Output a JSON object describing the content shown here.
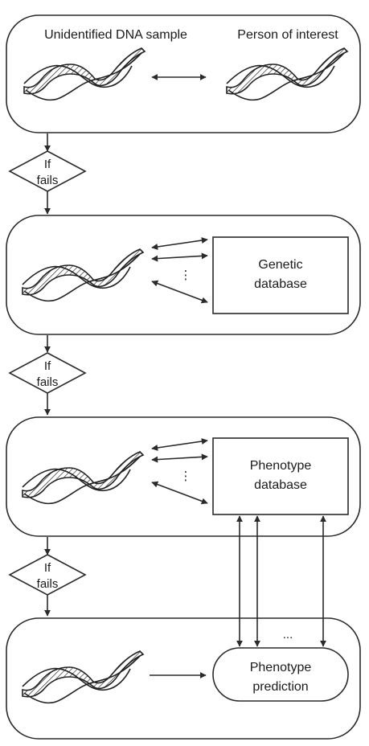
{
  "panel1": {
    "left_label": "Unidentified DNA sample",
    "right_label": "Person of interest"
  },
  "decision_label_line1": "If",
  "decision_label_line2": "fails",
  "panel2": {
    "vertical_dots": "⋮",
    "box_line1": "Genetic",
    "box_line2": "database"
  },
  "panel3": {
    "vertical_dots": "⋮",
    "box_line1": "Phenotype",
    "box_line2": "database"
  },
  "panel4": {
    "horizontal_dots": "...",
    "box_line1": "Phenotype",
    "box_line2": "prediction"
  }
}
